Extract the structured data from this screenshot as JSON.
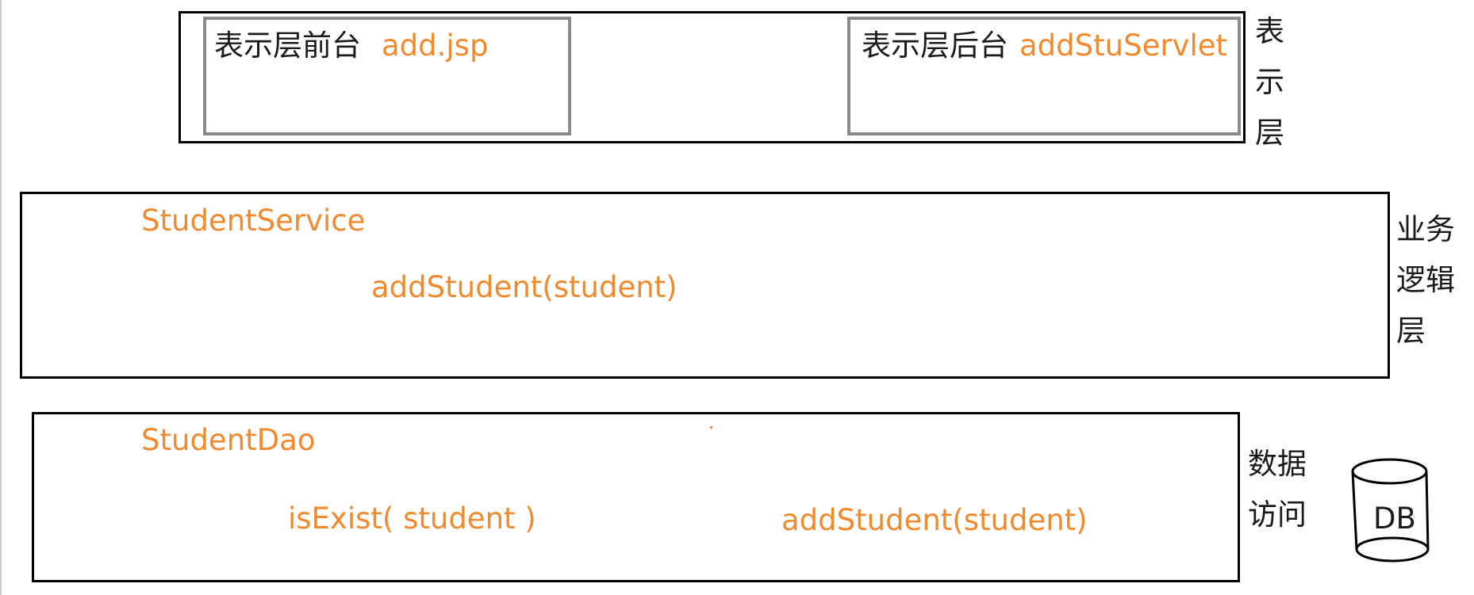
{
  "presentation": {
    "side_label_chars": [
      "表",
      "示",
      "层"
    ],
    "front": {
      "prefix": "表示层前台",
      "name": "add.jsp"
    },
    "back": {
      "prefix": "表示层后台",
      "name": "addStuServlet"
    }
  },
  "business": {
    "side_label_chars": [
      "业务",
      "逻辑",
      "层"
    ],
    "class_name": "StudentService",
    "method": "addStudent(student)"
  },
  "data_access": {
    "side_label_chars": [
      "数据",
      "访问"
    ],
    "class_name": "StudentDao",
    "method_1": "isExist( student  )",
    "method_2": "addStudent(student)"
  },
  "database": {
    "label": "DB"
  },
  "colors": {
    "accent": "#f08a2e",
    "box_border": "#000000",
    "inner_border": "#8a8a8a"
  }
}
